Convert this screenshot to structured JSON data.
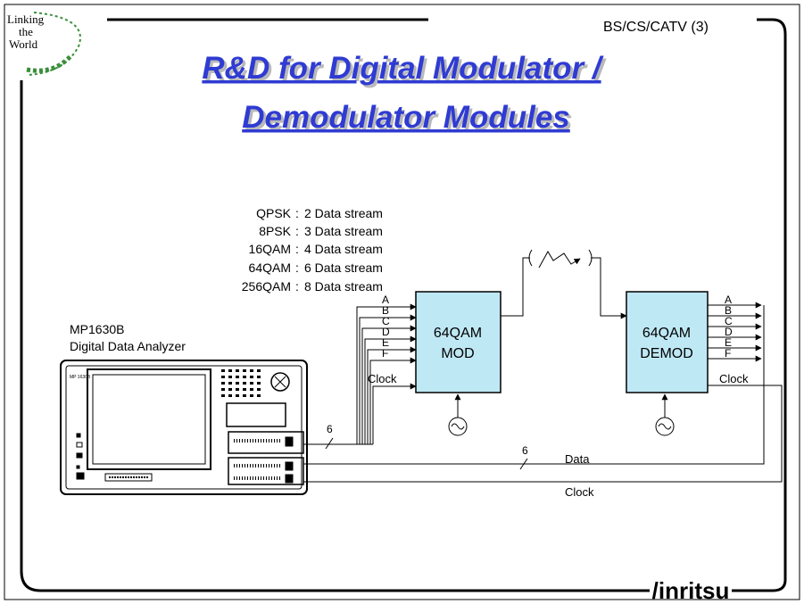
{
  "header": {
    "section_tag": "BS/CS/CATV (3)",
    "logo_text": [
      "Linking",
      "the",
      "World"
    ],
    "title_line1": "R&D for Digital Modulator /",
    "title_line2": "Demodulator Modules"
  },
  "formats": [
    {
      "name": "QPSK",
      "streams": "2 Data stream"
    },
    {
      "name": "8PSK",
      "streams": "3 Data stream"
    },
    {
      "name": "16QAM",
      "streams": "4 Data stream"
    },
    {
      "name": "64QAM",
      "streams": "6 Data stream"
    },
    {
      "name": "256QAM",
      "streams": "8 Data stream"
    }
  ],
  "analyzer": {
    "model": "MP1630B",
    "description": "Digital Data Analyzer",
    "panel_label": "MP 1630B"
  },
  "modulator": {
    "line1": "64QAM",
    "line2": "MOD"
  },
  "demodulator": {
    "line1": "64QAM",
    "line2": "DEMOD"
  },
  "channels": [
    "A",
    "B",
    "C",
    "D",
    "E",
    "F"
  ],
  "labels": {
    "clock_in": "Clock",
    "clock_out": "Clock",
    "bus_width_tx": "6",
    "bus_width_rx": "6",
    "data_return": "Data",
    "clock_return": "Clock"
  },
  "brand": "/inritsu",
  "colors": {
    "title_blue": "#2f3bd2",
    "title_shadow": "#b9b9b9",
    "block_fill": "#bfe8f5",
    "logo_green": "#3a8f3a"
  }
}
